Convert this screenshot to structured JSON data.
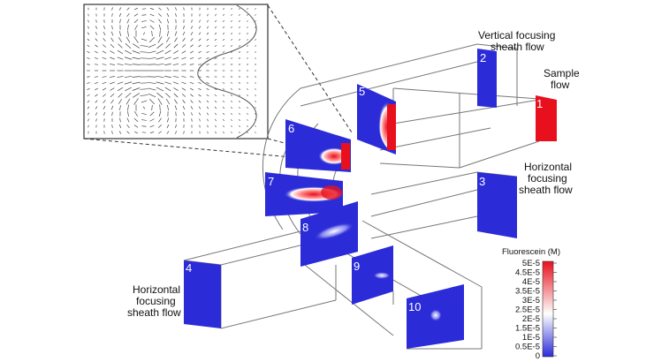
{
  "labels": {
    "vertical_sheath": [
      "Vertical focusing",
      "sheath flow"
    ],
    "sample": [
      "Sample",
      "flow"
    ],
    "horizontal_right": [
      "Horizontal",
      "focusing",
      "sheath flow"
    ],
    "horizontal_left": [
      "Horizontal",
      "focusing",
      "sheath flow"
    ]
  },
  "sections": [
    "1",
    "2",
    "3",
    "4",
    "5",
    "6",
    "7",
    "8",
    "9",
    "10"
  ],
  "colorbar": {
    "title": "Fluorescein (M)",
    "ticks": [
      "5E-5",
      "4.5E-5",
      "4E-5",
      "3.5E-5",
      "3E-5",
      "2.5E-5",
      "2E-5",
      "1.5E-5",
      "1E-5",
      "0.5E-5",
      "0"
    ],
    "colors": {
      "low": "#2b2bd8",
      "mid": "#ffffff",
      "high": "#e8101c"
    }
  }
}
